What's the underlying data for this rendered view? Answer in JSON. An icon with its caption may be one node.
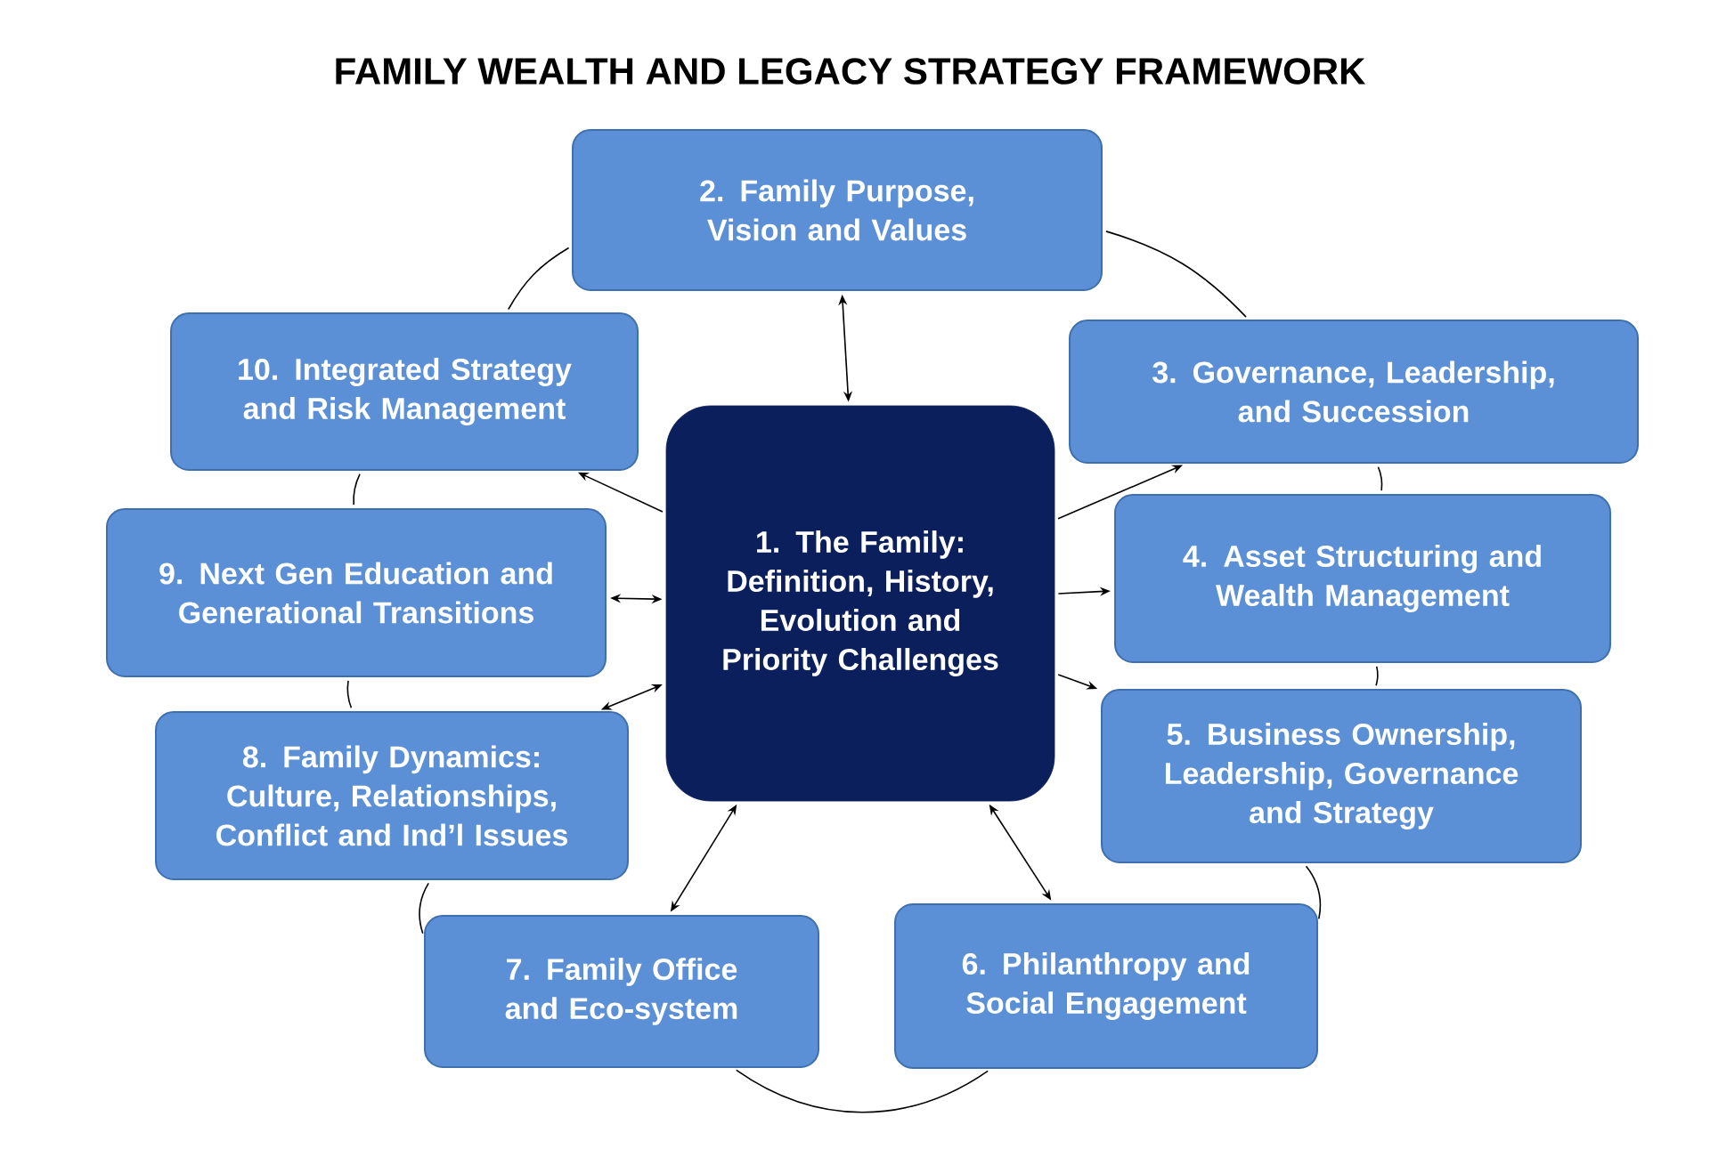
{
  "diagram": {
    "title": "FAMILY WEALTH AND LEGACY STRATEGY FRAMEWORK",
    "nodes": [
      {
        "text": [
          "1. The Family: Definition, History, Evolution and Priority Challenges"
        ]
      },
      {
        "text": [
          "2. Family Purpose, Vision and Values"
        ]
      },
      {
        "text": [
          "3. Governance, Leadership, and Succession"
        ]
      },
      {
        "text": [
          "4. Asset Structuring and Wealth Management"
        ]
      },
      {
        "text": [
          "5. Business Ownership, Leadership, Governance and Strategy"
        ]
      },
      {
        "text": [
          "6. Philanthropy  and Social Engagement"
        ]
      },
      {
        "text": [
          "7. Family Office and Eco-system"
        ]
      },
      {
        "text": [
          "8. Family Dynamics: Culture, Relationships, Conflict and Ind’l Issues"
        ]
      },
      {
        "text": [
          "9. Next Gen Education and Generational Transitions"
        ]
      },
      {
        "text": [
          "10. Integrated Strategy and Risk Management"
        ]
      }
    ],
    "edges": [
      {
        "from": 0,
        "to": 1,
        "arrow": "both"
      },
      {
        "from": 0,
        "to": 9,
        "arrow": "to"
      },
      {
        "from": 0,
        "to": 2,
        "arrow": "to"
      },
      {
        "from": 0,
        "to": 8,
        "arrow": "both"
      },
      {
        "from": 0,
        "to": 3,
        "arrow": "to"
      },
      {
        "from": 0,
        "to": 7,
        "arrow": "both"
      },
      {
        "from": 0,
        "to": 4,
        "arrow": "to"
      },
      {
        "from": 0,
        "to": 6,
        "arrow": "both"
      },
      {
        "from": 0,
        "to": 5,
        "arrow": "both"
      },
      {
        "from": 1,
        "to": 2,
        "arrow": "none"
      },
      {
        "from": 2,
        "to": 3,
        "arrow": "none"
      },
      {
        "from": 3,
        "to": 4,
        "arrow": "none"
      },
      {
        "from": 4,
        "to": 5,
        "arrow": "none"
      },
      {
        "from": 5,
        "to": 6,
        "arrow": "none"
      },
      {
        "from": 6,
        "to": 7,
        "arrow": "none"
      },
      {
        "from": 7,
        "to": 8,
        "arrow": "none"
      },
      {
        "from": 8,
        "to": 9,
        "arrow": "none"
      },
      {
        "from": 9,
        "to": 1,
        "arrow": "none"
      }
    ]
  }
}
